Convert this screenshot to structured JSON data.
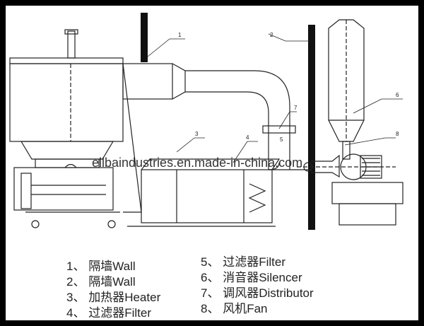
{
  "diagram": {
    "callouts": [
      "1",
      "2",
      "3",
      "4",
      "5",
      "6",
      "7",
      "8"
    ],
    "watermark": "ellbaindustries.en.made-in-china.com"
  },
  "legend": {
    "left": [
      {
        "num": "1、",
        "label": "隔墙Wall"
      },
      {
        "num": "2、",
        "label": "隔墙Wall"
      },
      {
        "num": "3、",
        "label": "加热器Heater"
      },
      {
        "num": "4、",
        "label": "过滤器Filter"
      }
    ],
    "right": [
      {
        "num": "5、",
        "label": "过滤器Filter"
      },
      {
        "num": "6、",
        "label": "消音器Silencer"
      },
      {
        "num": "7、",
        "label": "调风器Distributor"
      },
      {
        "num": "8、",
        "label": "风机Fan"
      }
    ]
  }
}
